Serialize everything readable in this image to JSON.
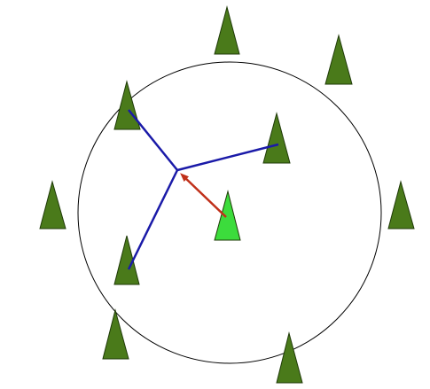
{
  "colors": {
    "background": "#ffffff",
    "tree_dark": "#4a7a1a",
    "tree_outline": "#1f3a08",
    "tree_highlight": "#3cdc3c",
    "circle_stroke": "#000000",
    "connector_lines": "#1a1aa8",
    "arrow": "#c0301a"
  },
  "trees": [
    {
      "id": "tree-top",
      "highlighted": false
    },
    {
      "id": "tree-top-right",
      "highlighted": false
    },
    {
      "id": "tree-upper-left",
      "highlighted": false
    },
    {
      "id": "tree-right-inner",
      "highlighted": false
    },
    {
      "id": "tree-far-left",
      "highlighted": false
    },
    {
      "id": "tree-far-right",
      "highlighted": false
    },
    {
      "id": "tree-center-highlighted",
      "highlighted": true
    },
    {
      "id": "tree-lower-left",
      "highlighted": false
    },
    {
      "id": "tree-bottom-left",
      "highlighted": false
    },
    {
      "id": "tree-bottom",
      "highlighted": false
    }
  ]
}
